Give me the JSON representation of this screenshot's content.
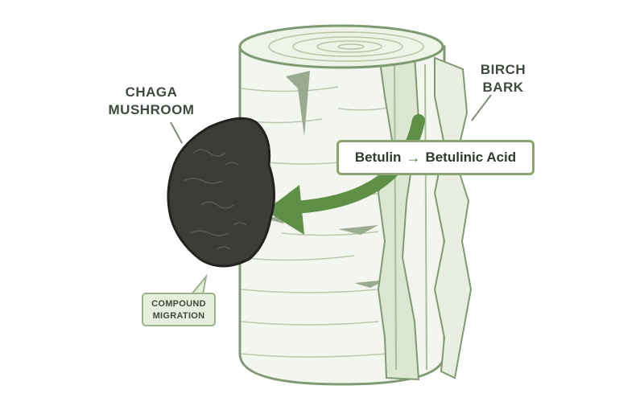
{
  "labels": {
    "chaga": [
      "CHAGA",
      "MUSHROOM"
    ],
    "birch": [
      "BIRCH",
      "BARK"
    ]
  },
  "formula": {
    "from": "Betulin",
    "arrow": "→",
    "to": "Betulinic Acid"
  },
  "callout": [
    "COMPOUND",
    "MIGRATION"
  ],
  "colors": {
    "bark_fill": "#f3f6ee",
    "bark_outline": "#7f9a73",
    "bark_stripe": "#b5c9a8",
    "arrow_green": "#5e8f47",
    "mushroom": "#3c3d36",
    "text": "#3d4a3d"
  }
}
